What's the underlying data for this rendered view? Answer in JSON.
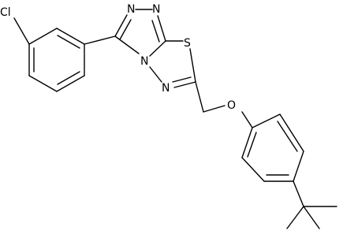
{
  "structure": {
    "atoms": {
      "cl": "Cl",
      "n_top_left": "N",
      "n_top_right": "N",
      "n_bridge": "N",
      "n_bottom": "N",
      "s": "S",
      "o": "O"
    },
    "colors": {
      "bond": "#000000",
      "label": "#000000",
      "background": "#ffffff"
    }
  }
}
